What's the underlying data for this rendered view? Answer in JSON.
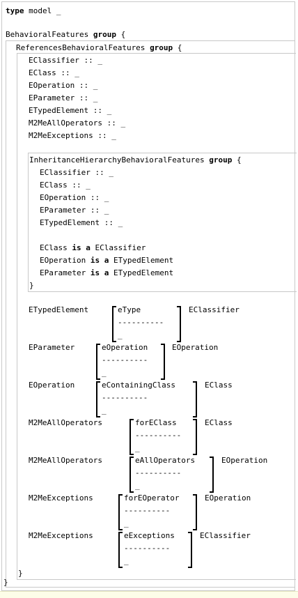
{
  "header": {
    "keyword": "type",
    "rest": " model _"
  },
  "group_outer": {
    "name": "BehavioralFeatures",
    "kw": "group",
    "brace": " {",
    "close": "}"
  },
  "group_refs": {
    "name": "ReferencesBehavioralFeatures",
    "kw": "group",
    "brace": " {",
    "close": "}"
  },
  "decls": [
    "EClassifier :: _",
    "EClass :: _",
    "EOperation :: _",
    "EParameter :: _",
    "ETypedElement :: _",
    "M2MeAllOperators :: _",
    "M2MeExceptions :: _"
  ],
  "group_inherit": {
    "name": "InheritanceHierarchyBehavioralFeatures",
    "kw": "group",
    "brace": " {",
    "close": "}",
    "decls": [
      "EClassifier :: _",
      "EClass :: _",
      "EOperation :: _",
      "EParameter :: _",
      "ETypedElement :: _"
    ],
    "isa": [
      {
        "sub": "EClass",
        "kw": " is a ",
        "sup": "EClassifier"
      },
      {
        "sub": "EOperation",
        "kw": " is a ",
        "sup": "ETypedElement"
      },
      {
        "sub": "EParameter",
        "kw": " is a ",
        "sup": "ETypedElement"
      }
    ]
  },
  "relations": [
    {
      "src": "ETypedElement",
      "name": "eType",
      "dashes": "----------",
      "under": "_",
      "dst": "EClassifier"
    },
    {
      "src": "EParameter",
      "name": "eOperation",
      "dashes": "----------",
      "under": "_",
      "dst": "EOperation"
    },
    {
      "src": "EOperation",
      "name": "eContainingClass",
      "dashes": "----------",
      "under": "_",
      "dst": "EClass"
    },
    {
      "src": "M2MeAllOperators",
      "name": "forEClass",
      "dashes": "----------",
      "under": "_",
      "dst": "EClass"
    },
    {
      "src": "M2MeAllOperators",
      "name": "eAllOperators",
      "dashes": "----------",
      "under": "_",
      "dst": "EOperation"
    },
    {
      "src": "M2MeExceptions",
      "name": "forEOperator",
      "dashes": "----------",
      "under": "_",
      "dst": "EOperation"
    },
    {
      "src": "M2MeExceptions",
      "name": "eExceptions",
      "dashes": "----------",
      "under": "_",
      "dst": "EClassifier"
    }
  ]
}
